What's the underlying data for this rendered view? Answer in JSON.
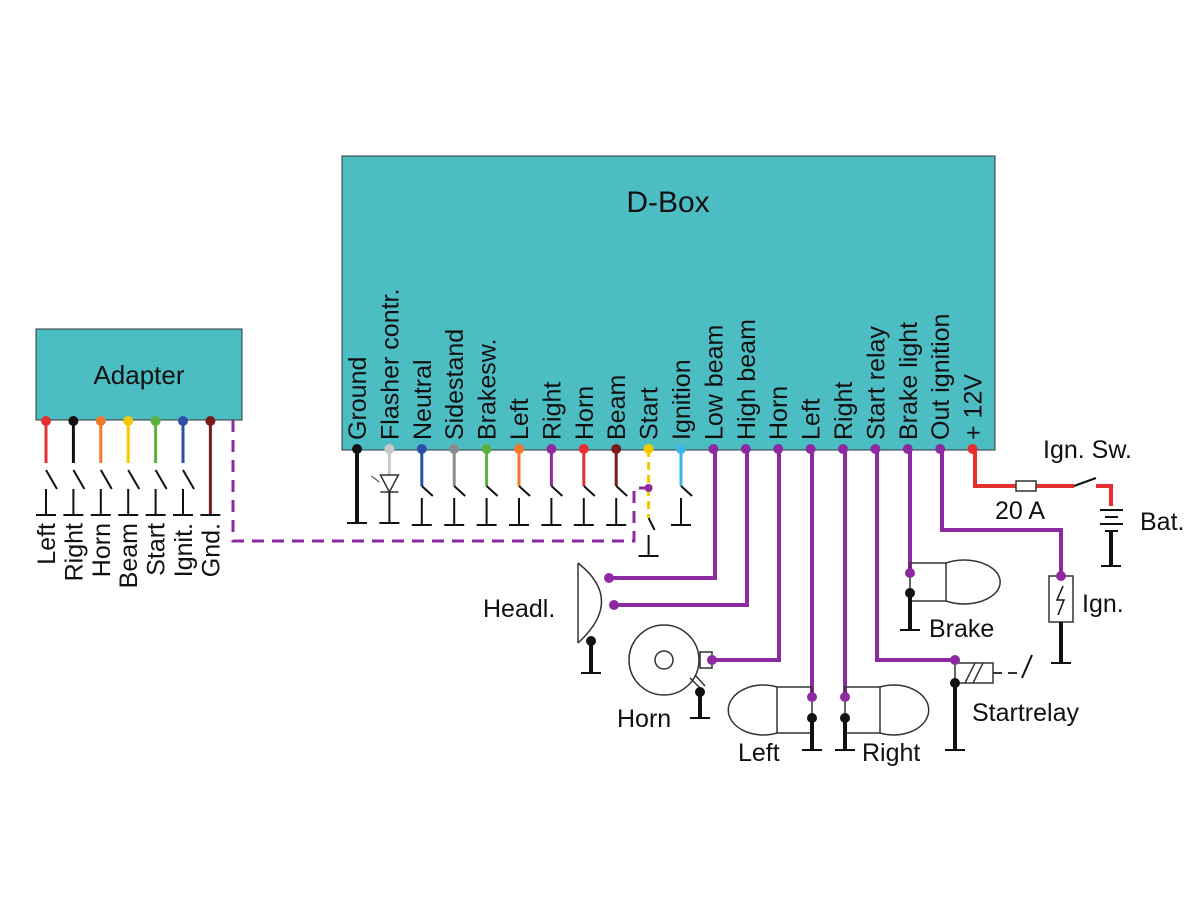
{
  "adapter": {
    "title": "Adapter",
    "pins": [
      {
        "label": "Left",
        "color": "#e53030"
      },
      {
        "label": "Right",
        "color": "#111111"
      },
      {
        "label": "Horn",
        "color": "#ef7a2d"
      },
      {
        "label": "Beam",
        "color": "#f5c800"
      },
      {
        "label": "Start",
        "color": "#5cb040"
      },
      {
        "label": "Ignit.",
        "color": "#2c4fa8"
      },
      {
        "label": "Gnd.",
        "color": "#7a1c1c"
      }
    ]
  },
  "dbox": {
    "title": "D-Box",
    "color": "#4dbdc4",
    "pins": [
      {
        "label": "Ground",
        "color": "#111111"
      },
      {
        "label": "Flasher contr.",
        "color": "#c8c8c8"
      },
      {
        "label": "Neutral",
        "color": "#2c4fa8"
      },
      {
        "label": "Sidestand",
        "color": "#8c8c8c"
      },
      {
        "label": "Brakesw.",
        "color": "#5cb040"
      },
      {
        "label": "Left",
        "color": "#ef7a2d"
      },
      {
        "label": "Right",
        "color": "#8e2aa0"
      },
      {
        "label": "Horn",
        "color": "#e53030"
      },
      {
        "label": "Beam",
        "color": "#7a1c1c"
      },
      {
        "label": "Start",
        "color": "#f5c800"
      },
      {
        "label": "Ignition",
        "color": "#3fb7e6"
      },
      {
        "label": "Low beam",
        "color": "#8e2aa0"
      },
      {
        "label": "High beam",
        "color": "#8e2aa0"
      },
      {
        "label": "Horn",
        "color": "#8e2aa0"
      },
      {
        "label": "Left",
        "color": "#8e2aa0"
      },
      {
        "label": "Right",
        "color": "#8e2aa0"
      },
      {
        "label": "Start relay",
        "color": "#8e2aa0"
      },
      {
        "label": "Brake light",
        "color": "#8e2aa0"
      },
      {
        "label": "Out ignition",
        "color": "#8e2aa0"
      },
      {
        "label": "+ 12V",
        "color": "#e53030"
      }
    ]
  },
  "components": {
    "headlight": "Headl.",
    "horn": "Horn",
    "left_indicator": "Left",
    "right_indicator": "Right",
    "brake": "Brake",
    "startrelay": "Startrelay",
    "ignition_coil": "Ign.",
    "ignition_switch": "Ign. Sw.",
    "fuse": "20 A",
    "battery": "Bat."
  },
  "colors": {
    "wire_purple": "#8e2aa0",
    "wire_red": "#e53030",
    "ground": "#111111"
  }
}
